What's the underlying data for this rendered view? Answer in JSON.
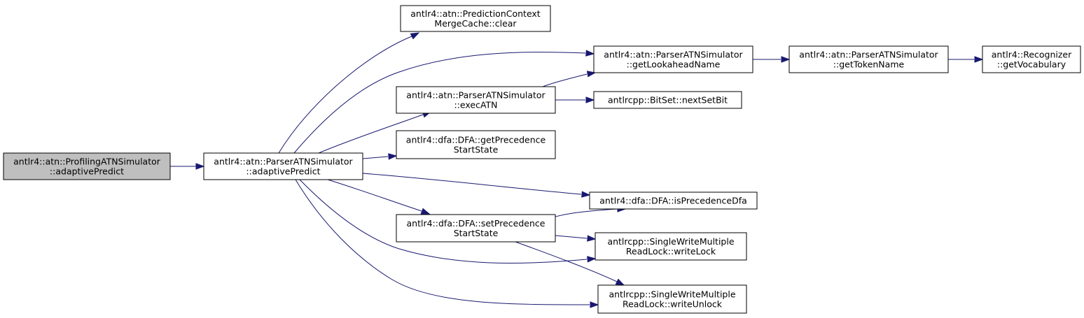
{
  "diagram": {
    "colors": {
      "edge": "#191970",
      "node_fill": "#ffffff",
      "root_fill": "#bfbfbf",
      "node_stroke": "#000000"
    },
    "nodes": [
      {
        "id": "profiling_adaptivePredict",
        "lines": [
          "antlr4::atn::ProfilingATNSimulator",
          "::adaptivePredict"
        ],
        "root": true
      },
      {
        "id": "parser_adaptivePredict",
        "lines": [
          "antlr4::atn::ParserATNSimulator",
          "::adaptivePredict"
        ]
      },
      {
        "id": "mergecache_clear",
        "lines": [
          "antlr4::atn::PredictionContext",
          "MergeCache::clear"
        ]
      },
      {
        "id": "execATN",
        "lines": [
          "antlr4::atn::ParserATNSimulator",
          "::execATN"
        ]
      },
      {
        "id": "getPrecedenceStartState",
        "lines": [
          "antlr4::dfa::DFA::getPrecedence",
          "StartState"
        ]
      },
      {
        "id": "setPrecedenceStartState",
        "lines": [
          "antlr4::dfa::DFA::setPrecedence",
          "StartState"
        ]
      },
      {
        "id": "getLookaheadName",
        "lines": [
          "antlr4::atn::ParserATNSimulator",
          "::getLookaheadName"
        ]
      },
      {
        "id": "nextSetBit",
        "lines": [
          "antlrcpp::BitSet::nextSetBit"
        ]
      },
      {
        "id": "isPrecedenceDfa",
        "lines": [
          "antlr4::dfa::DFA::isPrecedenceDfa"
        ]
      },
      {
        "id": "writeLock",
        "lines": [
          "antlrcpp::SingleWriteMultiple",
          "ReadLock::writeLock"
        ]
      },
      {
        "id": "writeUnlock",
        "lines": [
          "antlrcpp::SingleWriteMultiple",
          "ReadLock::writeUnlock"
        ]
      },
      {
        "id": "getTokenName",
        "lines": [
          "antlr4::atn::ParserATNSimulator",
          "::getTokenName"
        ]
      },
      {
        "id": "getVocabulary",
        "lines": [
          "antlr4::Recognizer",
          "::getVocabulary"
        ]
      }
    ],
    "edges": [
      {
        "from": "profiling_adaptivePredict",
        "to": "parser_adaptivePredict"
      },
      {
        "from": "parser_adaptivePredict",
        "to": "mergecache_clear"
      },
      {
        "from": "parser_adaptivePredict",
        "to": "getLookaheadName"
      },
      {
        "from": "parser_adaptivePredict",
        "to": "execATN"
      },
      {
        "from": "parser_adaptivePredict",
        "to": "getPrecedenceStartState"
      },
      {
        "from": "parser_adaptivePredict",
        "to": "isPrecedenceDfa"
      },
      {
        "from": "parser_adaptivePredict",
        "to": "setPrecedenceStartState"
      },
      {
        "from": "parser_adaptivePredict",
        "to": "writeLock"
      },
      {
        "from": "parser_adaptivePredict",
        "to": "writeUnlock"
      },
      {
        "from": "execATN",
        "to": "getLookaheadName"
      },
      {
        "from": "execATN",
        "to": "nextSetBit"
      },
      {
        "from": "getLookaheadName",
        "to": "getTokenName"
      },
      {
        "from": "getTokenName",
        "to": "getVocabulary"
      },
      {
        "from": "setPrecedenceStartState",
        "to": "isPrecedenceDfa"
      },
      {
        "from": "setPrecedenceStartState",
        "to": "writeLock"
      },
      {
        "from": "setPrecedenceStartState",
        "to": "writeUnlock"
      }
    ]
  }
}
